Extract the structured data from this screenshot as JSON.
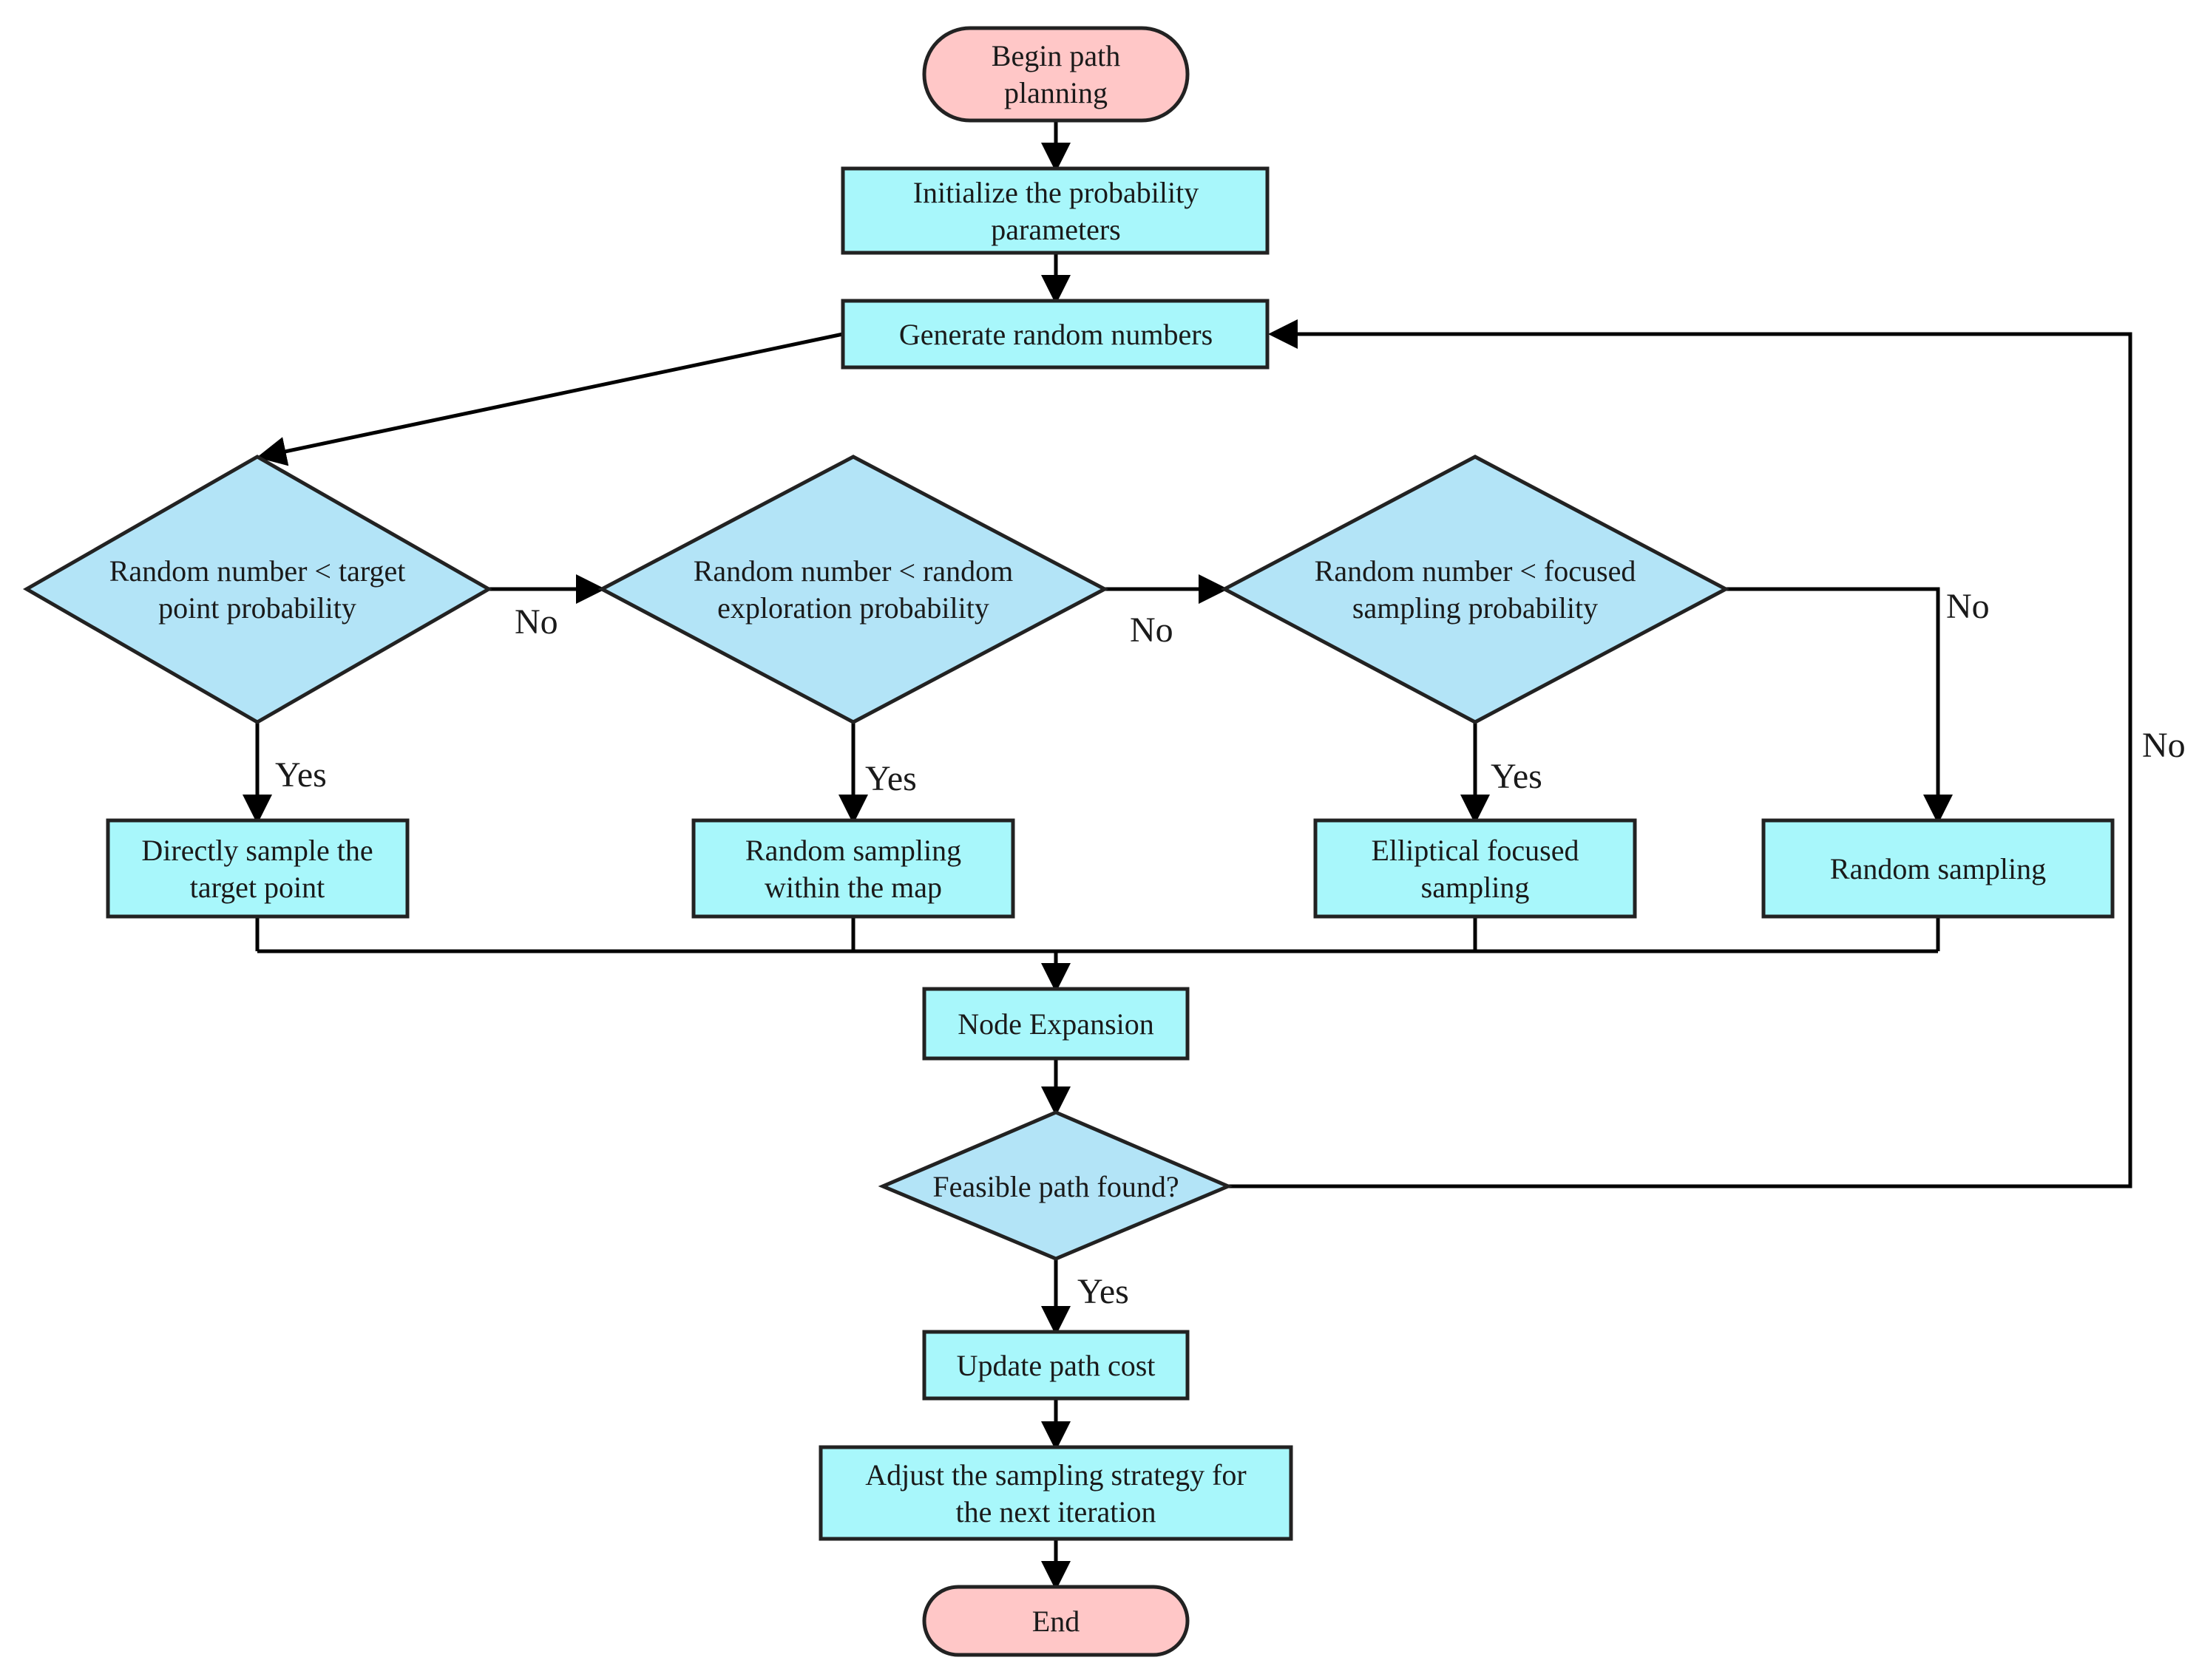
{
  "colors": {
    "terminal_fill": "#FFC7C7",
    "process_fill": "#A8F7FB",
    "decision_fill": "#B3E4F7",
    "stroke": "#222222",
    "edge": "#000000"
  },
  "nodes": {
    "begin": {
      "lines": [
        "Begin path",
        "planning"
      ]
    },
    "init": {
      "lines": [
        "Initialize the probability",
        "parameters"
      ]
    },
    "generate": {
      "lines": [
        "Generate random numbers"
      ]
    },
    "decision_target": {
      "lines": [
        "Random number < target",
        "point probability"
      ]
    },
    "decision_explore": {
      "lines": [
        "Random number < random",
        "exploration probability"
      ]
    },
    "decision_focused": {
      "lines": [
        "Random number < focused",
        "sampling probability"
      ]
    },
    "sample_target": {
      "lines": [
        "Directly sample the",
        "target point"
      ]
    },
    "sample_map": {
      "lines": [
        "Random sampling",
        "within the map"
      ]
    },
    "sample_ellipse": {
      "lines": [
        "Elliptical focused",
        "sampling"
      ]
    },
    "sample_random": {
      "lines": [
        "Random sampling"
      ]
    },
    "expansion": {
      "lines": [
        "Node Expansion"
      ]
    },
    "feasible": {
      "lines": [
        "Feasible path found?"
      ]
    },
    "update": {
      "lines": [
        "Update path cost"
      ]
    },
    "adjust": {
      "lines": [
        "Adjust the sampling strategy for",
        "the next iteration"
      ]
    },
    "end": {
      "lines": [
        "End"
      ]
    }
  },
  "edge_labels": {
    "no_target": "No",
    "no_explore": "No",
    "no_focused": "No",
    "no_feasible": "No",
    "yes_target": "Yes",
    "yes_explore": "Yes",
    "yes_focused": "Yes",
    "yes_feasible": "Yes"
  }
}
